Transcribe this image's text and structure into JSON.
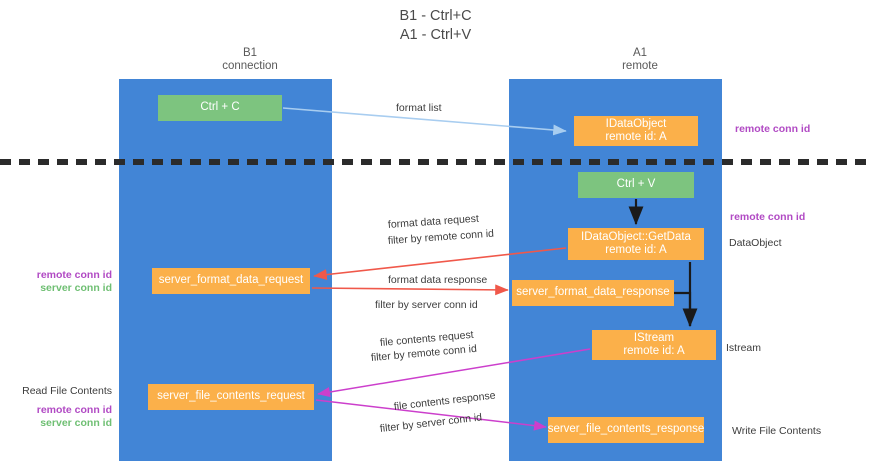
{
  "title": "B1 - Ctrl+C\nA1 - Ctrl+V",
  "columns": {
    "left": "B1\nconnection",
    "right": "A1\nremote"
  },
  "nodes": {
    "ctrl_c": "Ctrl + C",
    "idataobject_remote": "IDataObject\nremote id: A",
    "ctrl_v": "Ctrl + V",
    "idataobject_getdata": "IDataObject::GetData\nremote id: A",
    "server_format_data_request": "server_format_data_request",
    "server_format_data_response": "server_format_data_response",
    "istream": "IStream\nremote id: A",
    "server_file_contents_request": "server_file_contents_request",
    "server_file_contents_response": "server_file_contents_response"
  },
  "edge_labels": {
    "format_list": "format list",
    "format_data_request": "format data request",
    "format_data_request_filter_prefix": "filter by ",
    "format_data_request_filter_value": "remote conn id",
    "format_data_response": "format data response",
    "format_data_response_filter_prefix": "filter by ",
    "format_data_response_filter_value": "server conn id",
    "file_contents_request": "file contents request",
    "file_contents_request_filter_prefix": "filter by ",
    "file_contents_request_filter_value": "remote conn id",
    "file_contents_response": "file contents response",
    "file_contents_response_filter_prefix": "filter by ",
    "file_contents_response_filter_value": "server conn id"
  },
  "annotations": {
    "right_remote_conn_id_top": "remote conn id",
    "right_remote_conn_id_mid": "remote conn id",
    "right_dataobject": "DataObject",
    "right_istream": "Istream",
    "right_write_file_contents": "Write File Contents",
    "left_remote_conn_id_mid": "remote conn id",
    "left_server_conn_id_mid": "server conn id",
    "left_read_file_contents": "Read File Contents",
    "left_remote_conn_id_bottom": "remote conn id",
    "left_server_conn_id_bottom": "server conn id"
  },
  "colors": {
    "lane_blue": "#4285d6",
    "node_green": "#7dc47f",
    "node_orange": "#fbb04a",
    "purple": "#b14ac4",
    "green_text": "#6fbf73",
    "arrow_red": "#f0584a",
    "arrow_magenta": "#cc3fcc",
    "arrow_lightblue": "#a8cdf0",
    "arrow_black": "#1a1a1a",
    "divider": "#2b2b2b"
  }
}
